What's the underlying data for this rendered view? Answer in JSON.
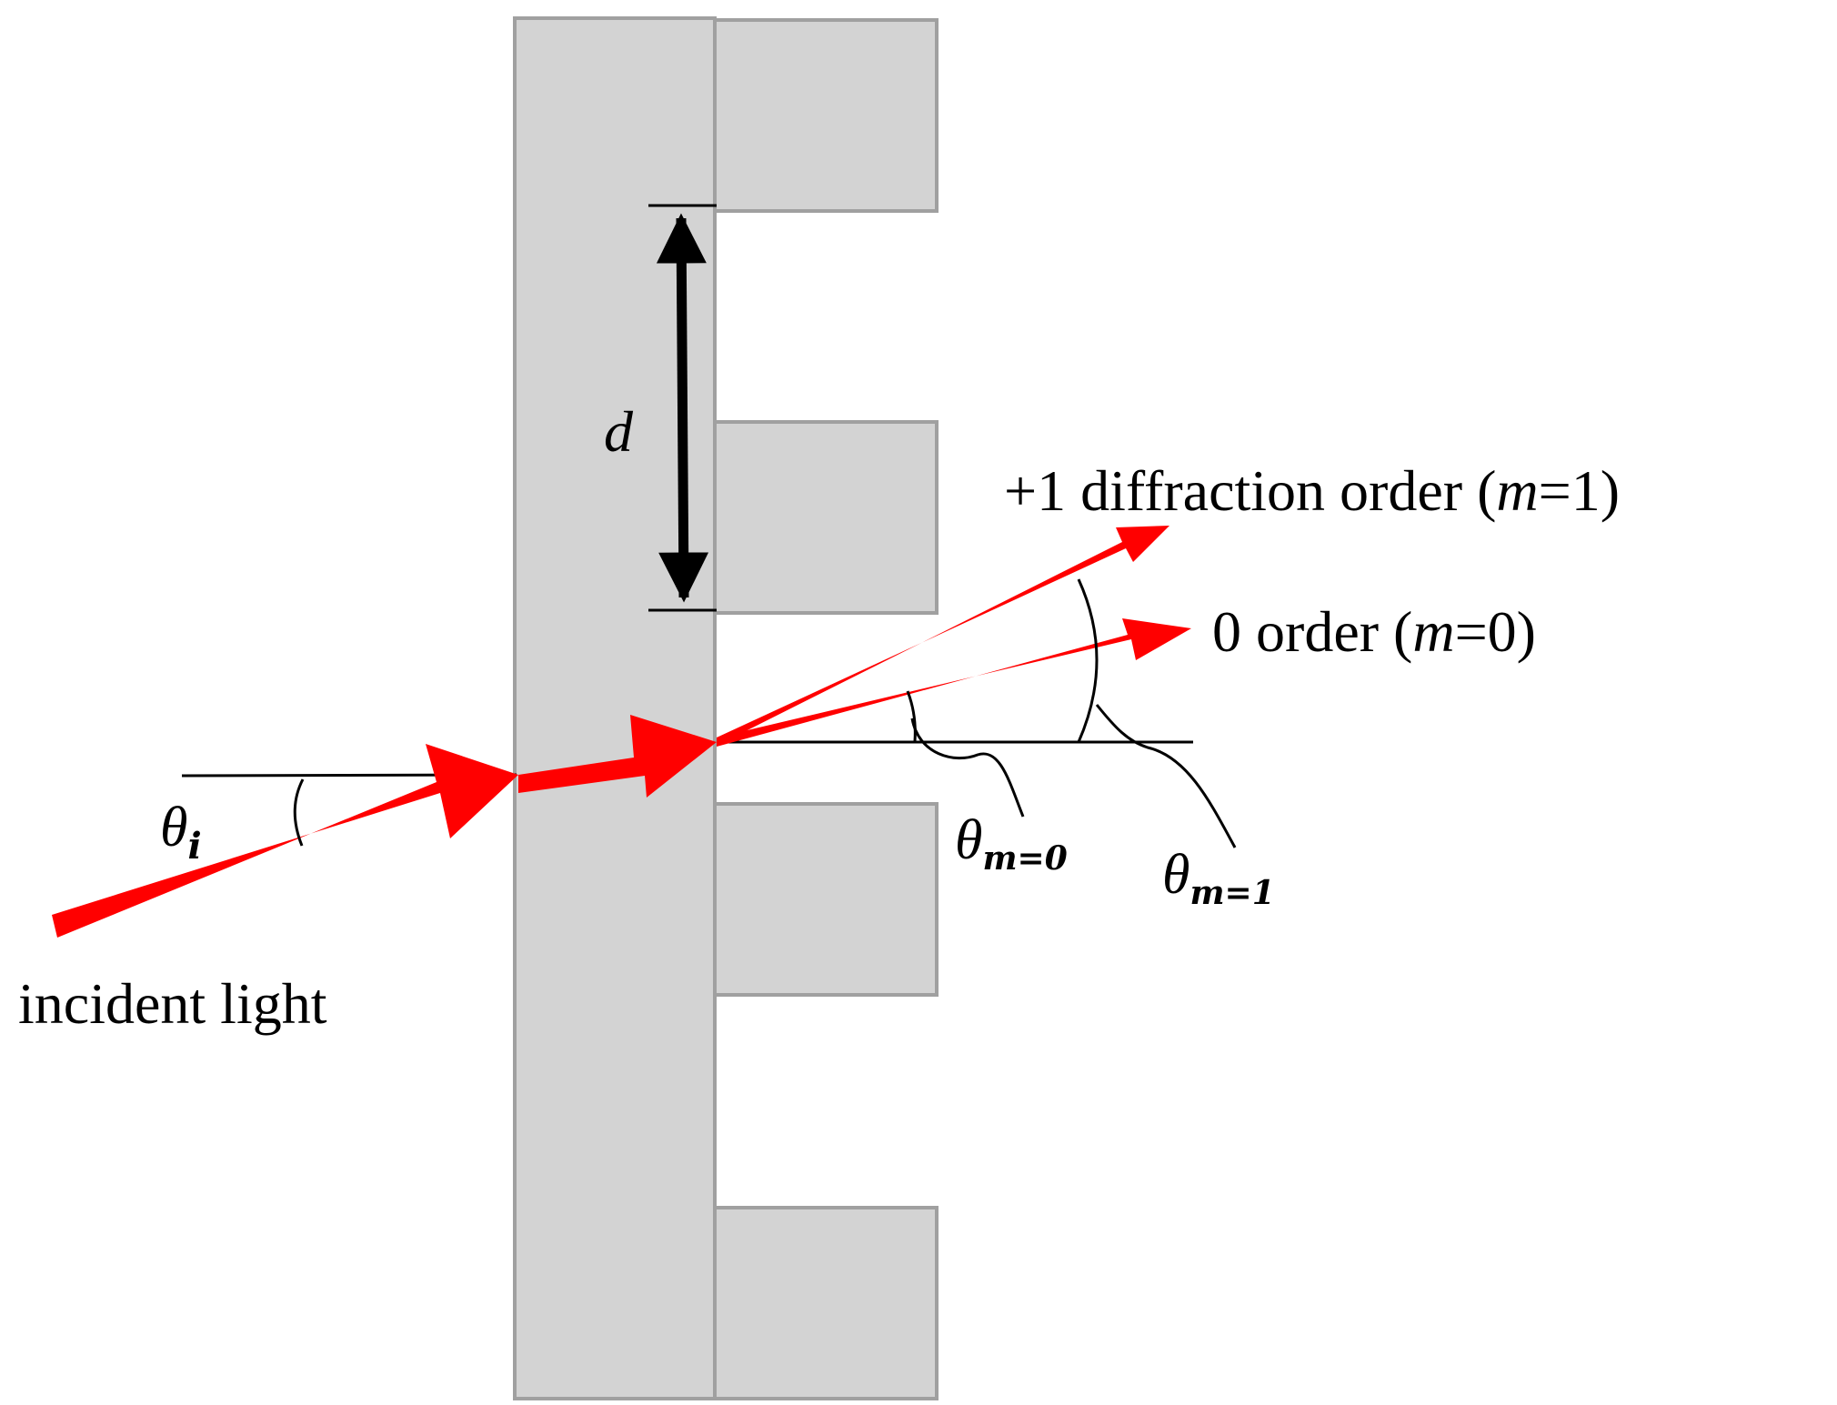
{
  "labels": {
    "d": "d",
    "plus1_prefix": "+1 diffraction order (",
    "plus1_var": "m",
    "plus1_suffix": "=1)",
    "zero_prefix": "0 order (",
    "zero_var": "m",
    "zero_suffix": "=0)",
    "theta_i_symbol": "θ",
    "theta_i_sub": "i",
    "theta_m0_symbol": "θ",
    "theta_m0_sub": "m=0",
    "theta_m1_symbol": "θ",
    "theta_m1_sub": "m=1",
    "incident": "incident light"
  },
  "colors": {
    "grating_fill": "#d3d3d3",
    "grating_stroke": "#a0a0a0",
    "ray": "#ff0000",
    "line": "#000000"
  }
}
